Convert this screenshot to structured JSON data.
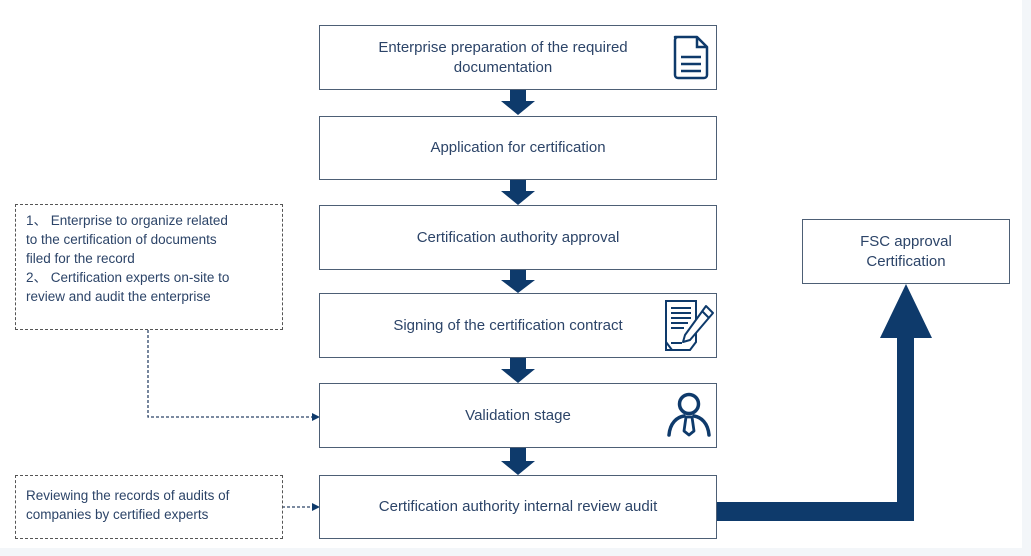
{
  "flow": {
    "steps": [
      {
        "label": "Enterprise preparation of the required documentation",
        "icon": "document-icon"
      },
      {
        "label": "Application for certification"
      },
      {
        "label": "Certification authority approval"
      },
      {
        "label": "Signing of the certification contract",
        "icon": "contract-signing-icon"
      },
      {
        "label": "Validation stage",
        "icon": "expert-person-icon"
      },
      {
        "label": "Certification authority internal review audit"
      }
    ],
    "final": {
      "line1": "FSC approval",
      "line2": "Certification"
    }
  },
  "notes": {
    "validation_note": {
      "lines": [
        "1、 Enterprise to organize related",
        "to the certification of documents",
        "filed for the record",
        "2、 Certification experts on-site to",
        "review and audit the enterprise"
      ]
    },
    "review_note": {
      "lines": [
        "Reviewing the records of audits of",
        "companies by certified experts"
      ]
    }
  },
  "colors": {
    "arrow": "#0e3a6b",
    "border": "#4d5f75",
    "text": "#2c4468"
  }
}
